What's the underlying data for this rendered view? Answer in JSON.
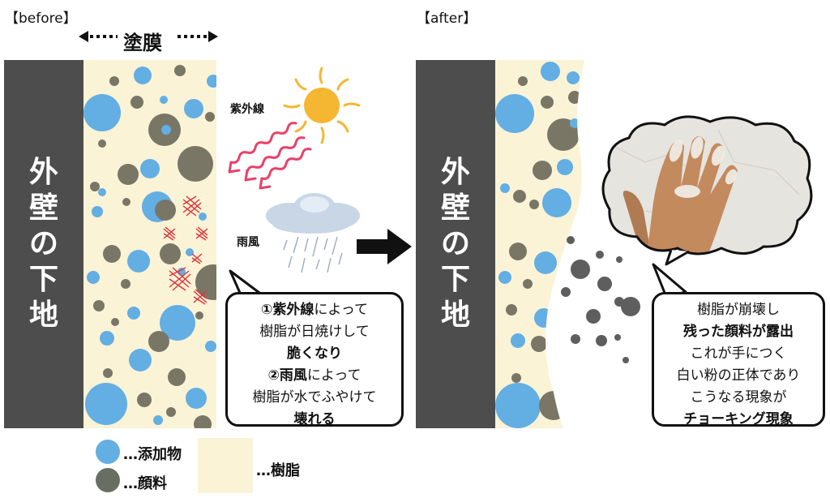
{
  "before_label": "【before】",
  "after_label": "【after】",
  "coating_label": "塗膜",
  "wall_label_chars": [
    "外",
    "壁",
    "の",
    "下",
    "地"
  ],
  "uv_label": "紫外線",
  "weather_label": "雨風",
  "before_callout": {
    "line1_bold": "①紫外線",
    "line1_rest": "によって",
    "line2": "樹脂が日焼けして",
    "line3_bold": "脆くなり",
    "line4_bold": "②雨風",
    "line4_rest": "によって",
    "line5": "樹脂が水でふやけて",
    "line6_bold": "壊れる"
  },
  "after_callout": {
    "line1": "樹脂が崩壊し",
    "line2_bold": "残った顔料が露出",
    "line3": "これが手につく",
    "line4": "白い粉の正体であり",
    "line5": "こうなる現象が",
    "line6_bold": "チョーキング現象"
  },
  "legend": {
    "additive": "…添加物",
    "pigment": "…顔料",
    "resin": "…樹脂"
  },
  "colors": {
    "wall": "#4d4d4d",
    "resin": "#fbf3d6",
    "additive": "#63aee3",
    "pigment": "#7a7666",
    "uv_ray": "#e8426a",
    "sun": "#f5b731"
  }
}
